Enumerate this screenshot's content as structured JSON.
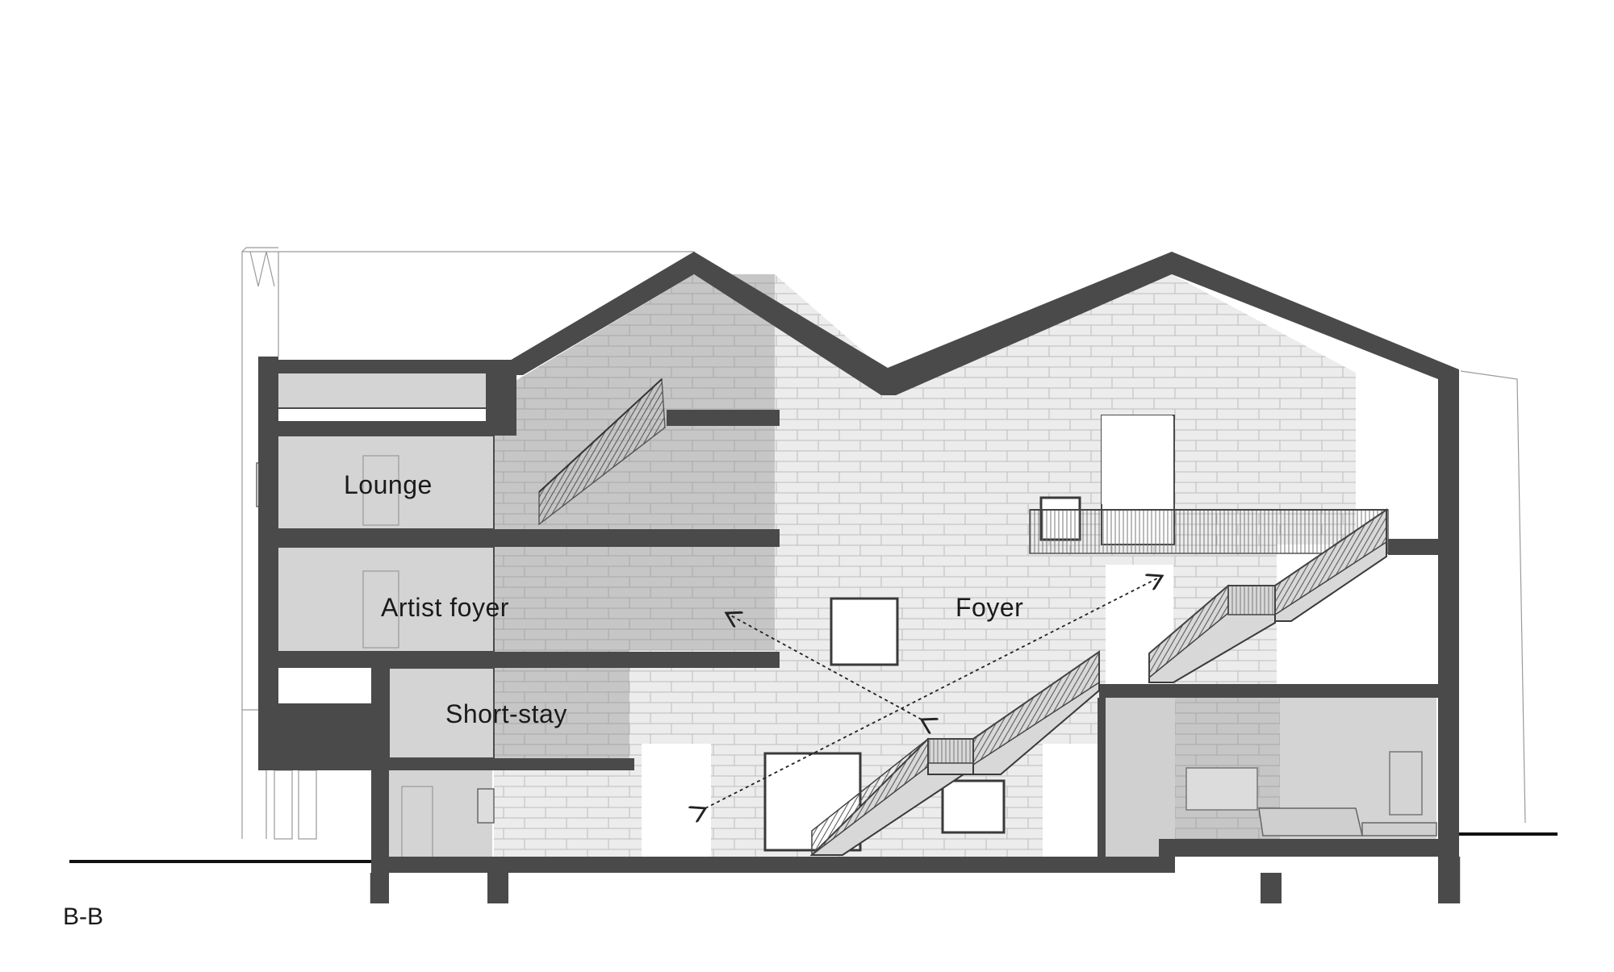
{
  "drawing": {
    "section_label": "B-B",
    "rooms": {
      "lounge": "Lounge",
      "artist_foyer": "Artist foyer",
      "short_stay": "Short-stay",
      "foyer": "Foyer"
    }
  },
  "colors": {
    "wall": "#4a4a4a",
    "room_fill": "#d4d4d4",
    "brick_light": "#ececec",
    "brick_mid": "#c8c8c8",
    "background": "#ffffff"
  }
}
